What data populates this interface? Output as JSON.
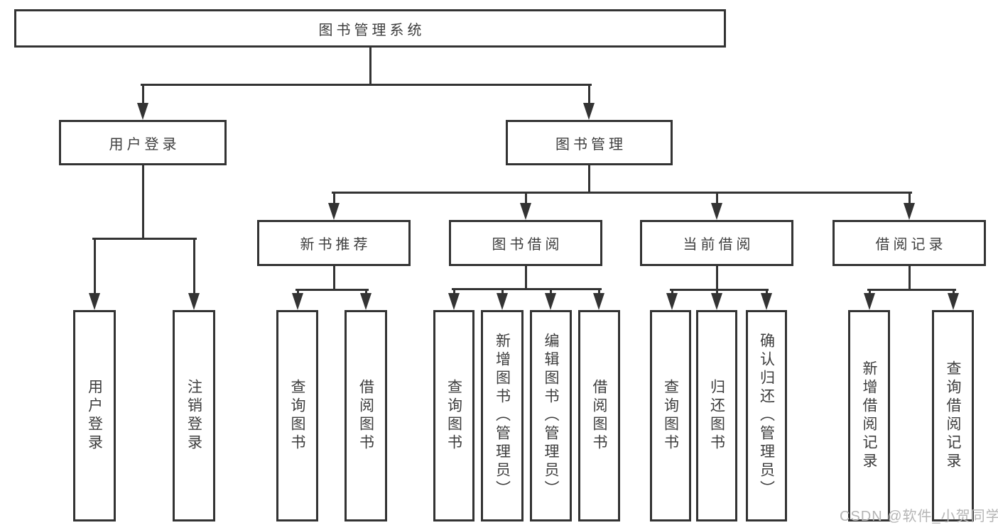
{
  "diagram": {
    "root": {
      "label": "图书管理系统"
    },
    "level2": [
      {
        "id": "user-login",
        "label": "用户登录"
      },
      {
        "id": "book-management",
        "label": "图书管理"
      }
    ],
    "level3": [
      {
        "id": "new-book-recommend",
        "label": "新书推荐",
        "parent": "图书管理"
      },
      {
        "id": "book-borrow",
        "label": "图书借阅",
        "parent": "图书管理"
      },
      {
        "id": "current-borrow",
        "label": "当前借阅",
        "parent": "图书管理"
      },
      {
        "id": "borrow-records",
        "label": "借阅记录",
        "parent": "图书管理"
      }
    ],
    "leaves": [
      {
        "label": "用户登录",
        "parent": "用户登录"
      },
      {
        "label": "注销登录",
        "parent": "用户登录"
      },
      {
        "label": "查询图书",
        "parent": "新书推荐"
      },
      {
        "label": "借阅图书",
        "parent": "新书推荐"
      },
      {
        "label": "查询图书",
        "parent": "图书借阅"
      },
      {
        "label": "新增图书（管理员）",
        "parent": "图书借阅"
      },
      {
        "label": "编辑图书（管理员）",
        "parent": "图书借阅"
      },
      {
        "label": "借阅图书",
        "parent": "图书借阅"
      },
      {
        "label": "查询图书",
        "parent": "当前借阅"
      },
      {
        "label": "归还图书",
        "parent": "当前借阅"
      },
      {
        "label": "确认归还（管理员）",
        "parent": "当前借阅"
      },
      {
        "label": "新增借阅记录",
        "parent": "借阅记录"
      },
      {
        "label": "查询借阅记录",
        "parent": "借阅记录"
      }
    ],
    "colors": {
      "line": "#333333",
      "text": "#3d3d3d",
      "watermark": "#b5b5b5",
      "background": "#ffffff"
    }
  },
  "watermark": {
    "text": "CSDN @软件_小贺同学"
  }
}
